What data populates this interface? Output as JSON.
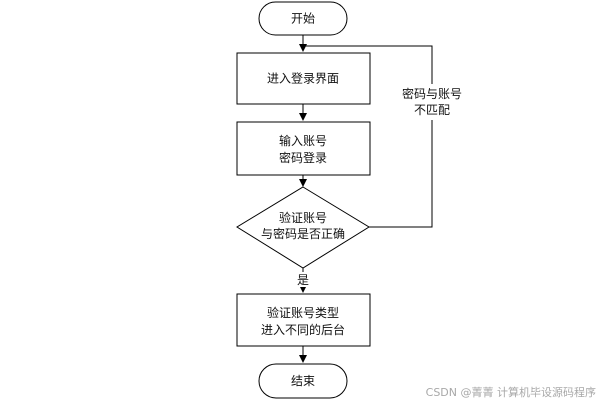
{
  "nodes": {
    "start": "开始",
    "login_page": "进入登录界面",
    "input_line1": "输入账号",
    "input_line2": "密码登录",
    "verify_line1": "验证账号",
    "verify_line2": "与密码是否正确",
    "route_line1": "验证账号类型",
    "route_line2": "进入不同的后台",
    "end": "结束"
  },
  "edges": {
    "mismatch_line1": "密码与账号",
    "mismatch_line2": "不匹配",
    "yes_label": "是"
  },
  "watermark": "CSDN @菁菁   计算机毕设源码程序"
}
